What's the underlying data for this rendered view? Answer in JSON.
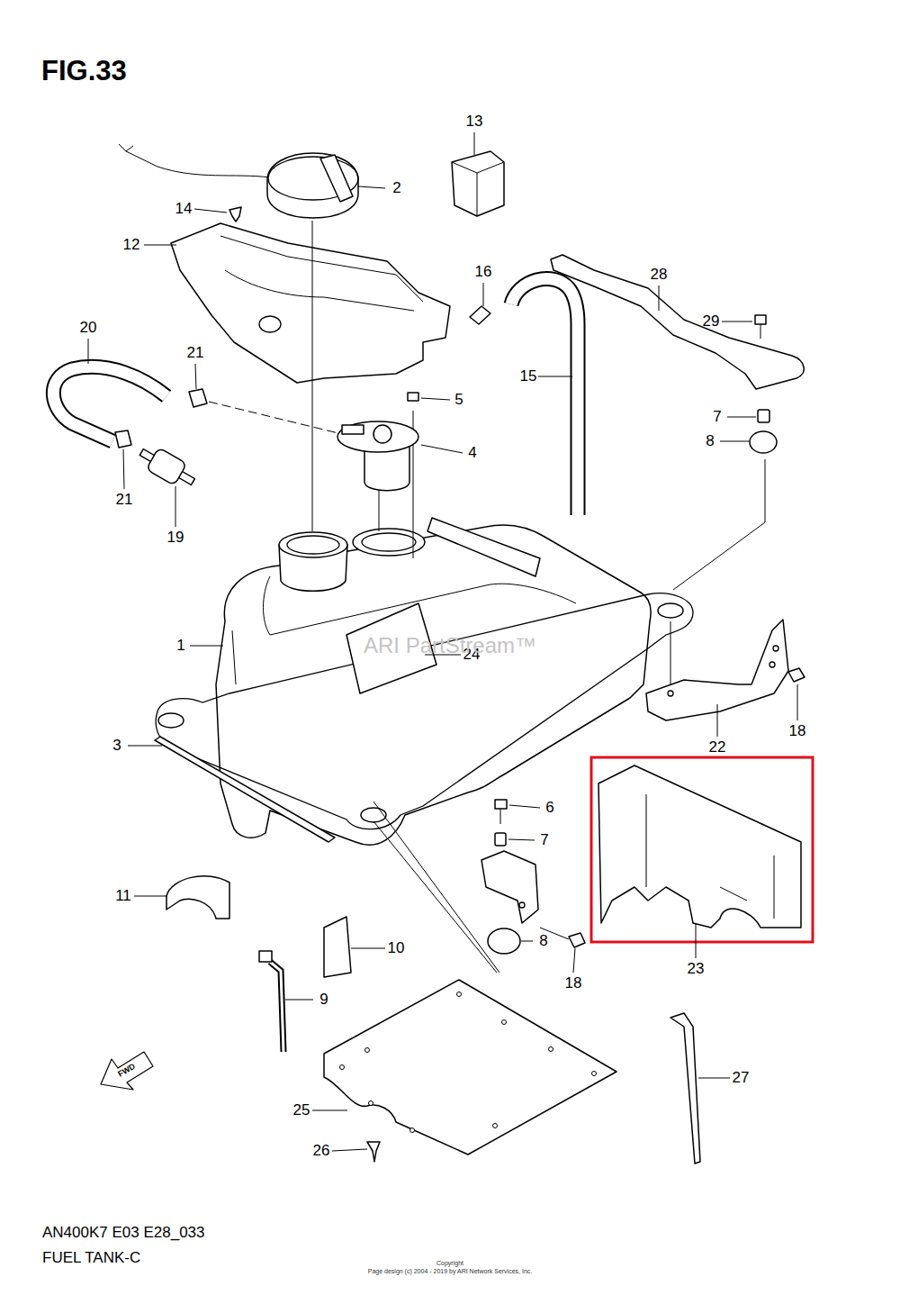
{
  "diagram": {
    "title": "FIG.33",
    "labels": [
      "13",
      "2",
      "14",
      "12",
      "16",
      "28",
      "20",
      "29",
      "21",
      "15",
      "5",
      "4",
      "7",
      "8",
      "21",
      "19",
      "1",
      "24",
      "ARI PartStream™",
      "18",
      "22",
      "3",
      "6",
      "7",
      "23",
      "11",
      "10",
      "8",
      "18",
      "9",
      "27",
      "FWD",
      "25",
      "26",
      "AN400K7 E03 E28_033",
      "FUEL TANK-C",
      "Copyright",
      "Page design (c) 2004 - 2019 by ARI Network Services, Inc."
    ]
  }
}
